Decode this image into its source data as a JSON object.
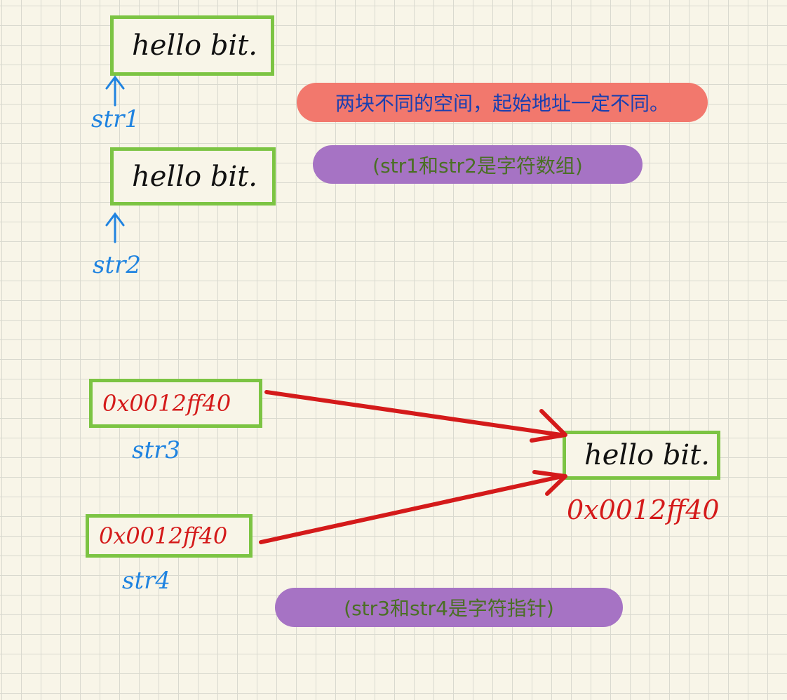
{
  "strings": {
    "str1_box": "hello  bit.",
    "str2_box": "hello  bit.",
    "str3_box": "0x0012ff40",
    "str4_box": "0x0012ff40",
    "shared_box": "hello  bit."
  },
  "labels": {
    "str1": "str1",
    "str2": "str2",
    "str3": "str3",
    "str4": "str4",
    "shared_address": "0x0012ff40"
  },
  "notes": {
    "different_space": "两块不同的空间，起始地址一定不同。",
    "str1_str2_arrays": "(str1和str2是字符数组)",
    "str3_str4_pointers": "(str3和str4是字符指针)"
  },
  "colors": {
    "box_border": "#7cc443",
    "pointer_arrow": "#d41a1a",
    "label_blue": "#1f83e0",
    "pill_red": "#f2786d",
    "pill_purple": "#a673c4",
    "note_text_blue": "#1a3fb0",
    "note_text_green": "#4a6f24",
    "grid": "#d9d9cf",
    "paper": "#f8f5e8"
  }
}
